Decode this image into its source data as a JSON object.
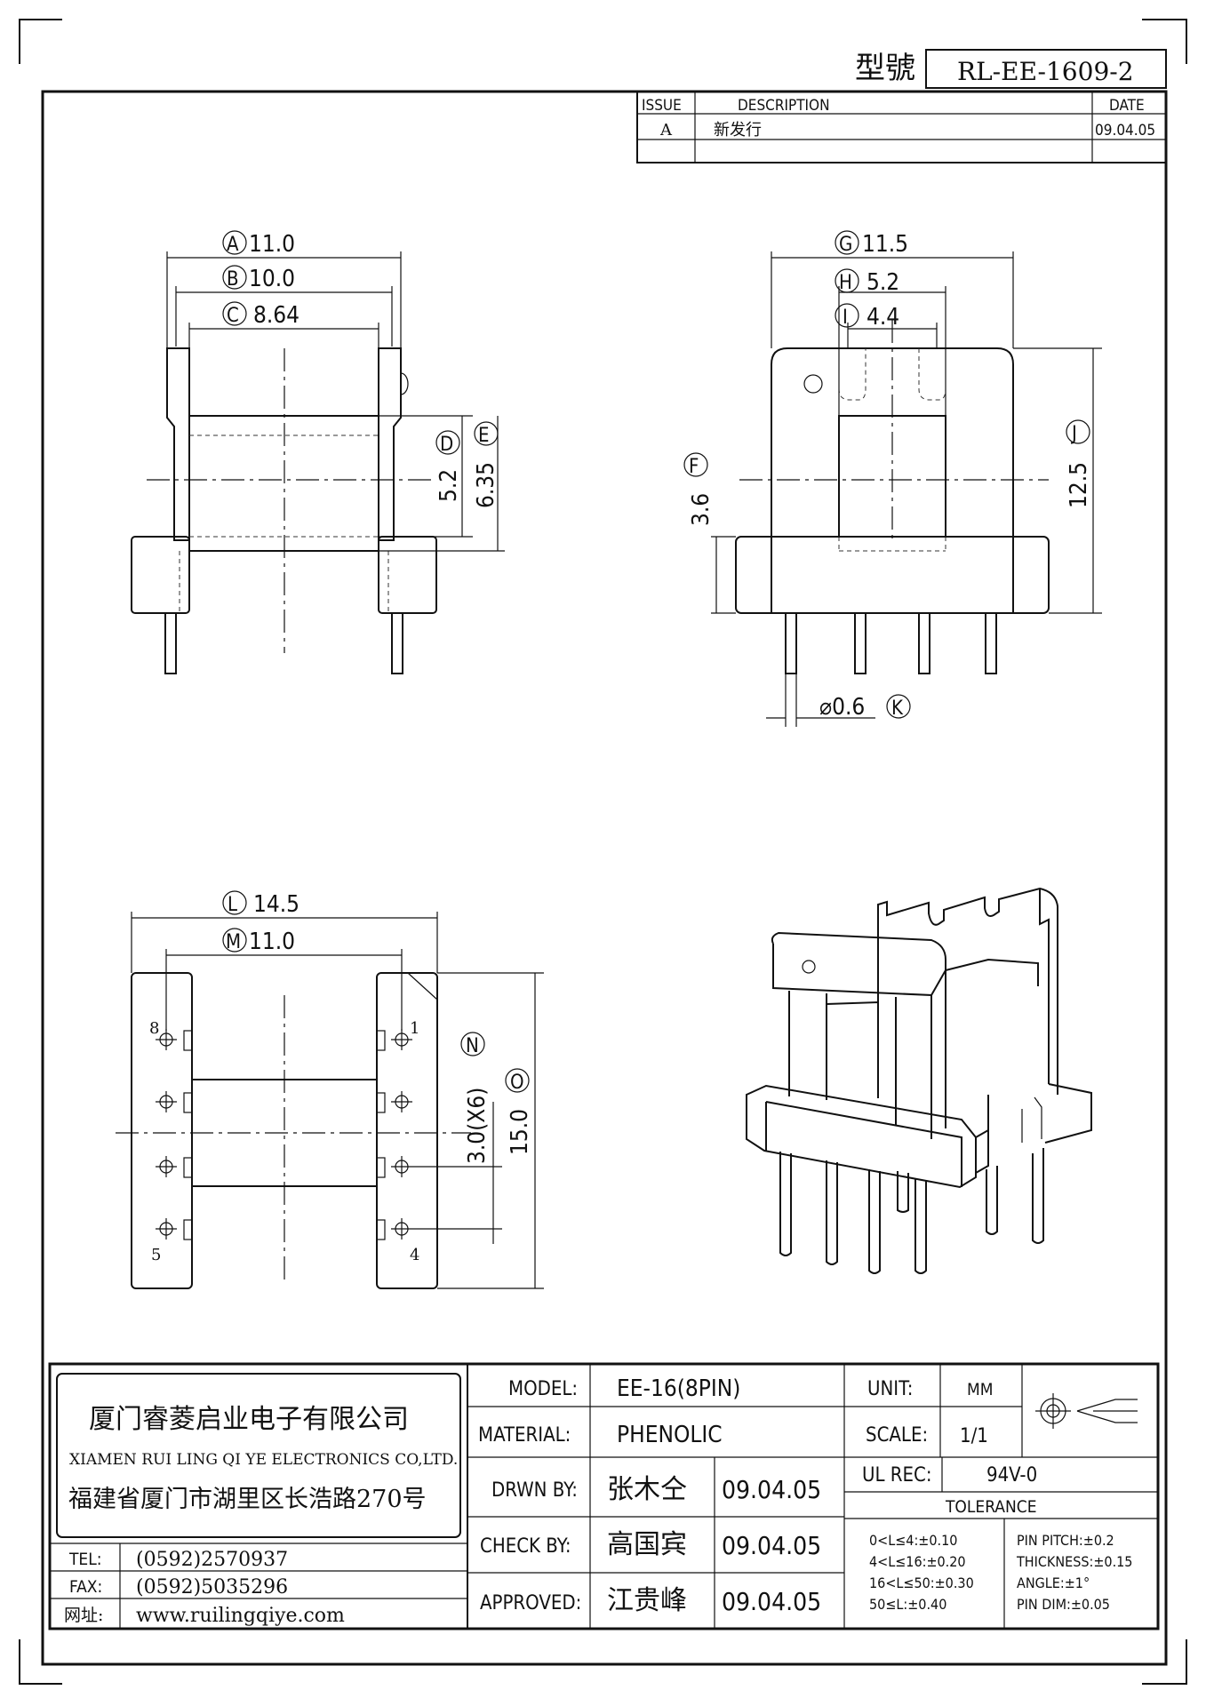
{
  "model_label": "型號",
  "model_no": "RL-EE-1609-2",
  "revision": {
    "headers": {
      "issue": "ISSUE",
      "description": "DESCRIPTION",
      "date": "DATE"
    },
    "rows": [
      {
        "issue": "A",
        "description": "新发行",
        "date": "09.04.05"
      }
    ]
  },
  "dims": {
    "A": "A",
    "A_val": "11.0",
    "B": "B",
    "B_val": "10.0",
    "C": "C",
    "C_val": "8.64",
    "D": "D",
    "D_val": "5.2",
    "E": "E",
    "E_val": "6.35",
    "G": "G",
    "G_val": "11.5",
    "H": "H",
    "H_val": "5.2",
    "I": "I",
    "I_val": "4.4",
    "F": "F",
    "F_val": "3.6",
    "J": "J",
    "J_val": "12.5",
    "K": "K",
    "K_val": "⌀0.6",
    "L": "L",
    "L_val": "14.5",
    "M": "M",
    "M_val": "11.0",
    "N": "N",
    "N_val": "3.0(X6)",
    "O": "O",
    "O_val": "15.0"
  },
  "pins": {
    "p8": "8",
    "p1": "1",
    "p5": "5",
    "p4": "4"
  },
  "company": {
    "name_cn": "厦门睿菱启业电子有限公司",
    "name_en": "XIAMEN RUI LING QI YE ELECTRONICS CO,LTD.",
    "address": "福建省厦门市湖里区长浩路270号"
  },
  "contact": {
    "tel_label": "TEL:",
    "tel": "(0592)2570937",
    "fax_label": "FAX:",
    "fax": "(0592)5035296",
    "web_label": "网址:",
    "web": "www.ruilingqiye.com"
  },
  "title_block": {
    "model_label": "MODEL:",
    "model": "EE-16(8PIN)",
    "material_label": "MATERIAL:",
    "material": "PHENOLIC",
    "drawn_label": "DRWN BY:",
    "drawn_by": "张木仝",
    "drawn_date": "09.04.05",
    "check_label": "CHECK BY:",
    "check_by": "高国宾",
    "check_date": "09.04.05",
    "approved_label": "APPROVED:",
    "approved_by": "江贵峰",
    "approved_date": "09.04.05",
    "unit_label": "UNIT:",
    "unit": "MM",
    "scale_label": "SCALE:",
    "scale": "1/1",
    "ul_label": "UL REC:",
    "ul": "94V-0"
  },
  "tolerance": {
    "title": "TOLERANCE",
    "left": [
      "0<L≤4:±0.10",
      "4<L≤16:±0.20",
      "16<L≤50:±0.30",
      "50≤L:±0.40"
    ],
    "right": [
      "PIN PITCH:±0.2",
      "THICKNESS:±0.15",
      "ANGLE:±1°",
      "PIN DIM:±0.05"
    ]
  }
}
